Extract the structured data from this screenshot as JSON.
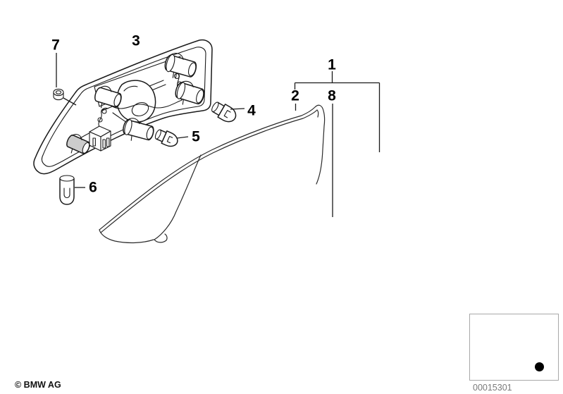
{
  "drawing": {
    "title": "Rear light exploded parts diagram",
    "background": "#ffffff",
    "line_color": "#1a1a1a"
  },
  "part_labels": [
    {
      "num": "7"
    },
    {
      "num": "3"
    },
    {
      "num": "4"
    },
    {
      "num": "5"
    },
    {
      "num": "6"
    },
    {
      "num": "1"
    },
    {
      "num": "2"
    },
    {
      "num": "8"
    }
  ],
  "footer": {
    "copyright": "© BMW AG",
    "diagram_number": "00015301"
  },
  "thumbnail": {
    "dot_color": "#000000",
    "border_color": "#a8a8a8"
  }
}
